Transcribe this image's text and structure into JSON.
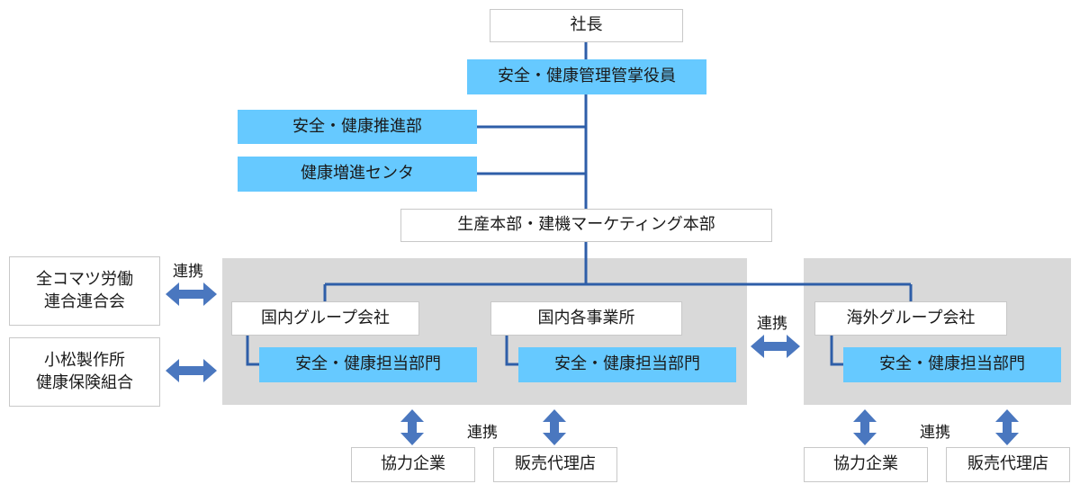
{
  "president": "社長",
  "officer": "安全・健康管理管掌役員",
  "promotion_dept": "安全・健康推進部",
  "health_center": "健康増進センタ",
  "production": "生産本部・建機マーケティング本部",
  "domestic_group": "国内グループ会社",
  "domestic_offices": "国内各事業所",
  "overseas_group": "海外グループ会社",
  "safety_unit": "安全・健康担当部門",
  "union": [
    "全コマツ労働",
    "連合連合会"
  ],
  "insurance": [
    "小松製作所",
    "健康保険組合"
  ],
  "partner": "協力企業",
  "dealer": "販売代理店",
  "cooperation": "連携",
  "colors": {
    "accent": "#66c9ff",
    "line": "#2e5ea8",
    "arrow": "#4a77bf",
    "zone": "#d9d9d9"
  }
}
